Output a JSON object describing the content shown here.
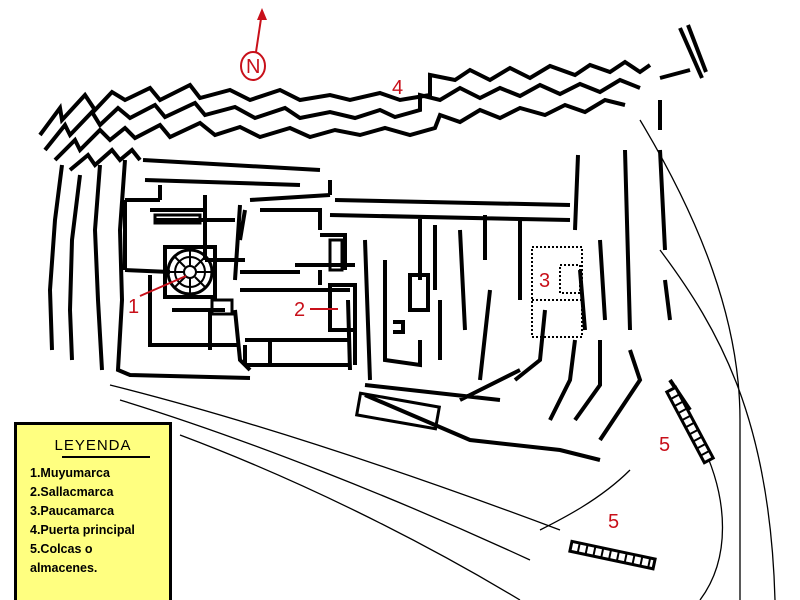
{
  "map": {
    "north_label": "N",
    "markers": {
      "m1": "1",
      "m2": "2",
      "m3": "3",
      "m4": "4",
      "m5a": "5",
      "m5b": "5"
    },
    "colors": {
      "label": "#c8101a",
      "legend_bg": "#ffff80"
    }
  },
  "legend": {
    "title": "LEYENDA",
    "items": [
      "1.Muyumarca",
      "2.Sallacmarca",
      "3.Paucamarca",
      "4.Puerta principal",
      "5.Colcas o",
      "almacenes."
    ]
  }
}
